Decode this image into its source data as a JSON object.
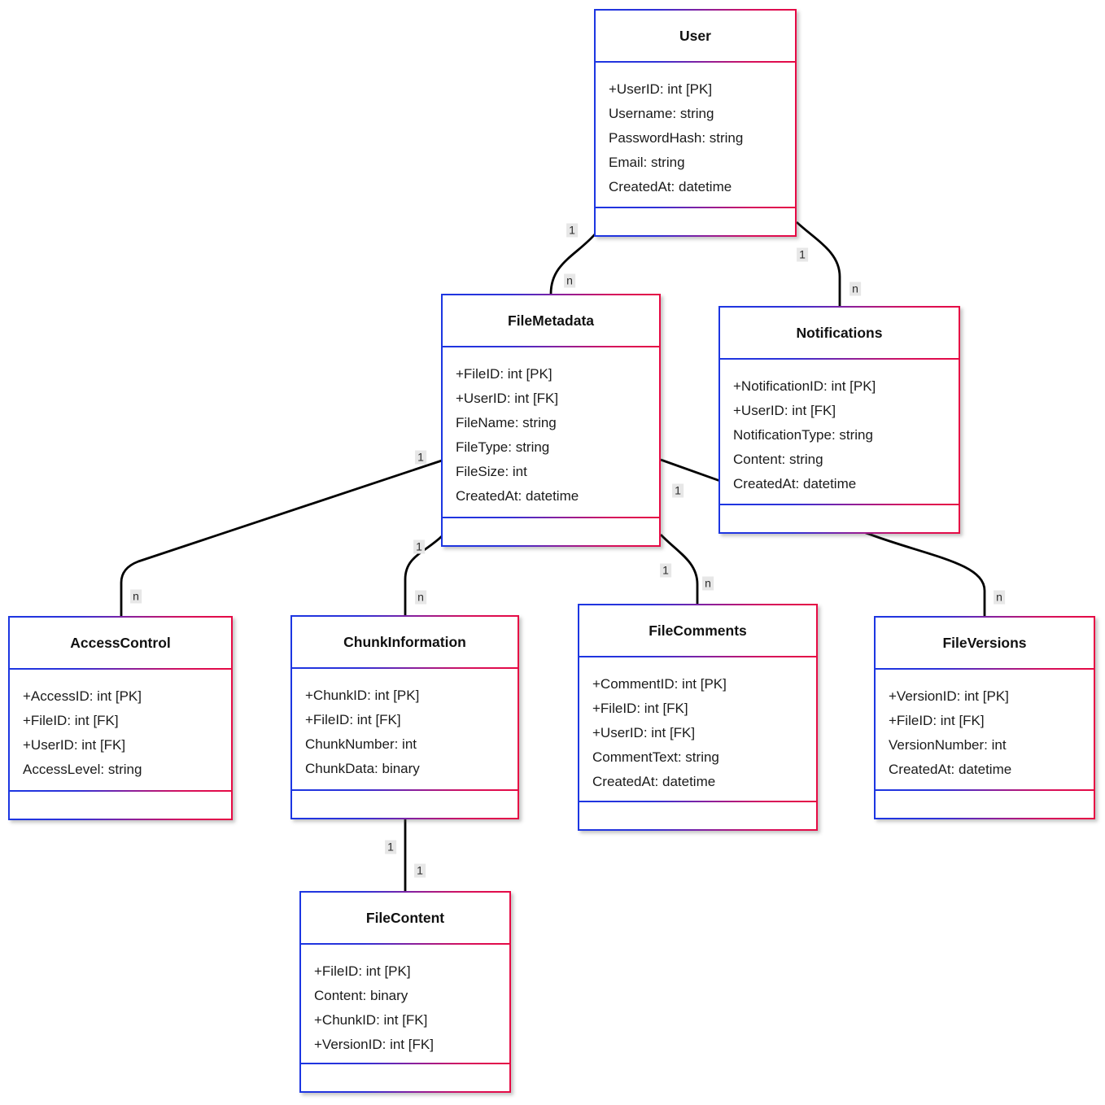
{
  "diagram_type": "uml-class-diagram",
  "entities": [
    {
      "id": "user",
      "name": "User",
      "attributes": [
        "+UserID: int [PK]",
        "Username: string",
        "PasswordHash: string",
        "Email: string",
        "CreatedAt: datetime"
      ]
    },
    {
      "id": "filemetadata",
      "name": "FileMetadata",
      "attributes": [
        "+FileID: int [PK]",
        "+UserID: int [FK]",
        "FileName: string",
        "FileType: string",
        "FileSize: int",
        "CreatedAt: datetime"
      ]
    },
    {
      "id": "notifications",
      "name": "Notifications",
      "attributes": [
        "+NotificationID: int [PK]",
        "+UserID: int [FK]",
        "NotificationType: string",
        "Content: string",
        "CreatedAt: datetime"
      ]
    },
    {
      "id": "accesscontrol",
      "name": "AccessControl",
      "attributes": [
        "+AccessID: int [PK]",
        "+FileID: int [FK]",
        "+UserID: int [FK]",
        "AccessLevel: string"
      ]
    },
    {
      "id": "chunkinformation",
      "name": "ChunkInformation",
      "attributes": [
        "+ChunkID: int [PK]",
        "+FileID: int [FK]",
        "ChunkNumber: int",
        "ChunkData: binary"
      ]
    },
    {
      "id": "filecomments",
      "name": "FileComments",
      "attributes": [
        "+CommentID: int [PK]",
        "+FileID: int [FK]",
        "+UserID: int [FK]",
        "CommentText: string",
        "CreatedAt: datetime"
      ]
    },
    {
      "id": "fileversions",
      "name": "FileVersions",
      "attributes": [
        "+VersionID: int [PK]",
        "+FileID: int [FK]",
        "VersionNumber: int",
        "CreatedAt: datetime"
      ]
    },
    {
      "id": "filecontent",
      "name": "FileContent",
      "attributes": [
        "+FileID: int [PK]",
        "Content: binary",
        "+ChunkID: int [FK]",
        "+VersionID: int [FK]"
      ]
    }
  ],
  "relationships": [
    {
      "from": "User",
      "to": "FileMetadata",
      "from_card": "1",
      "to_card": "n"
    },
    {
      "from": "User",
      "to": "Notifications",
      "from_card": "1",
      "to_card": "n"
    },
    {
      "from": "FileMetadata",
      "to": "AccessControl",
      "from_card": "1",
      "to_card": "n"
    },
    {
      "from": "FileMetadata",
      "to": "ChunkInformation",
      "from_card": "1",
      "to_card": "n"
    },
    {
      "from": "FileMetadata",
      "to": "FileComments",
      "from_card": "1",
      "to_card": "n"
    },
    {
      "from": "FileMetadata",
      "to": "FileVersions",
      "from_card": "1",
      "to_card": "n"
    },
    {
      "from": "ChunkInformation",
      "to": "FileContent",
      "from_card": "1",
      "to_card": "1"
    }
  ],
  "colors": {
    "border_gradient_start": "#1c36e2",
    "border_gradient_mid": "#8c1f9b",
    "border_gradient_end": "#e60a44",
    "connector": "#000000",
    "badge_background": "#e7e7e7",
    "badge_text": "#2b2b2b",
    "text": "#1b1b1b",
    "background": "#ffffff"
  }
}
